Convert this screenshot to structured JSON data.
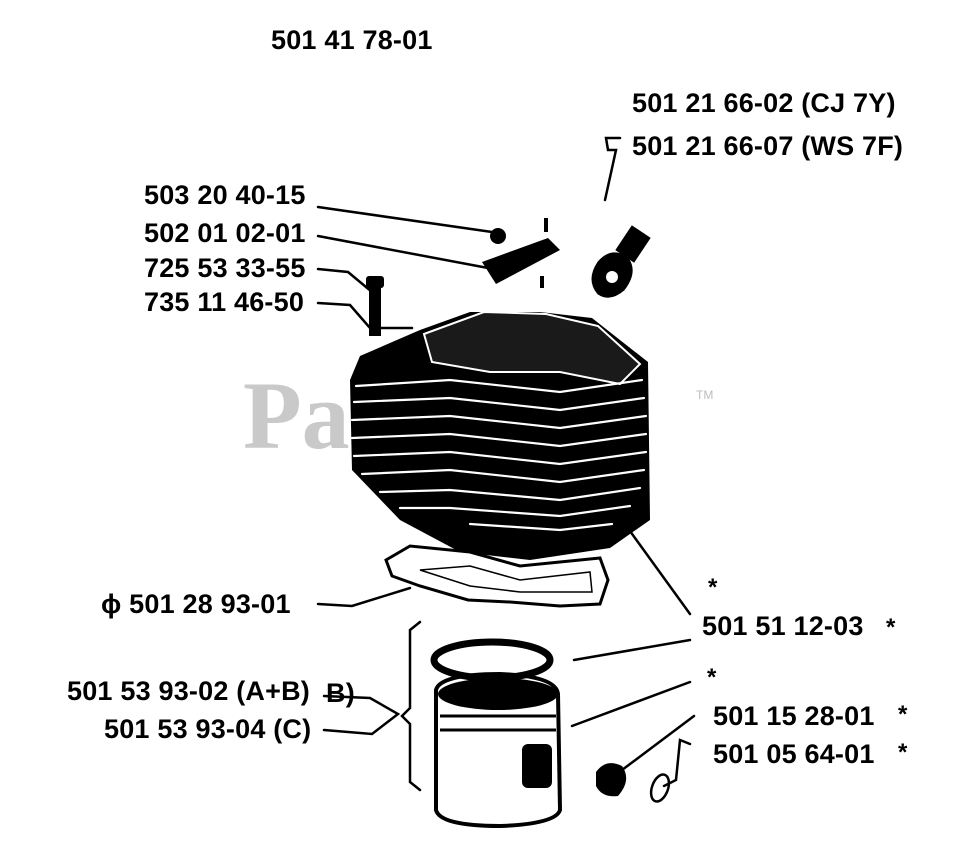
{
  "assembly_number": "501 41 78-01",
  "watermark": {
    "text": "PartsTree",
    "trademark": "TM"
  },
  "parts": {
    "spark_plug_a": "501 21 66-02 (CJ 7Y)",
    "spark_plug_b": "501 21 66-07 (WS 7F)",
    "p_503_20_40_15": "503 20 40-15",
    "p_502_01_02_01": "502 01 02-01",
    "p_725_53_33_55": "725 53 33-55",
    "p_735_11_46_50": "735 11 46-50",
    "gasket": "ɸ 501 28 93-01",
    "cylinder": "501 51 12-03",
    "piston_a_b": "501 53 93-02 (A+B)",
    "piston_c": "501 53 93-04 (C)",
    "piston_marker": "B)",
    "circlip": "501 15 28-01",
    "retainer": "501 05 64-01",
    "asterisk": "*"
  },
  "colors": {
    "ink": "#000000",
    "watermark": "#c9c9c9"
  }
}
